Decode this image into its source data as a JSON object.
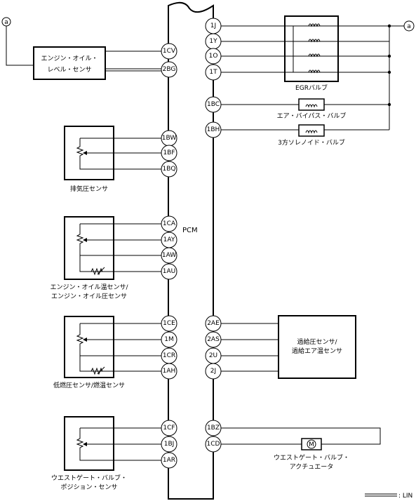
{
  "pcm_label": "PCM",
  "ref_mark": "a",
  "legend_lin": ": LIN",
  "left_pins": {
    "p1CV": "1CV",
    "p2BG": "2BG",
    "p1BW": "1BW",
    "p1BF": "1BF",
    "p1BQ": "1BQ",
    "p1CA": "1CA",
    "p1AY": "1AY",
    "p1AW": "1AW",
    "p1AU": "1AU",
    "p1CE": "1CE",
    "p1M": "1M",
    "p1CR": "1CR",
    "p1AH": "1AH",
    "p1CF": "1CF",
    "p1BJ": "1BJ",
    "p1AR": "1AR"
  },
  "right_pins": {
    "p1J": "1J",
    "p1Y": "1Y",
    "p1O": "1O",
    "p1T": "1T",
    "p1BC": "1BC",
    "p1BH": "1BH",
    "p2AE": "2AE",
    "p2AS": "2AS",
    "p2U": "2U",
    "p2J": "2J",
    "p1BZ": "1BZ",
    "p1CD": "1CD"
  },
  "components": {
    "oil_level_sensor": [
      "エンジン・オイル・",
      "レベル・センサ"
    ],
    "exhaust_pressure_sensor": "排気圧センサ",
    "oil_temp_pressure_sensor": [
      "エンジン・オイル温センサ/",
      "エンジン・オイル圧センサ"
    ],
    "low_fuel_pressure_temp_sensor": "低燃圧センサ/燃温センサ",
    "wastegate_position_sensor": [
      "ウエストゲート・バルブ・",
      "ポジション・センサ"
    ],
    "egr_valve": "EGRバルブ",
    "air_bypass_valve": "エア・バイパス・バルブ",
    "three_way_solenoid": "3方ソレノイド・バルブ",
    "boost_sensor": [
      "過給圧センサ/",
      "過給エア温センサ"
    ],
    "wastegate_actuator": [
      "ウエストゲート・バルブ・",
      "アクチュエータ"
    ]
  }
}
